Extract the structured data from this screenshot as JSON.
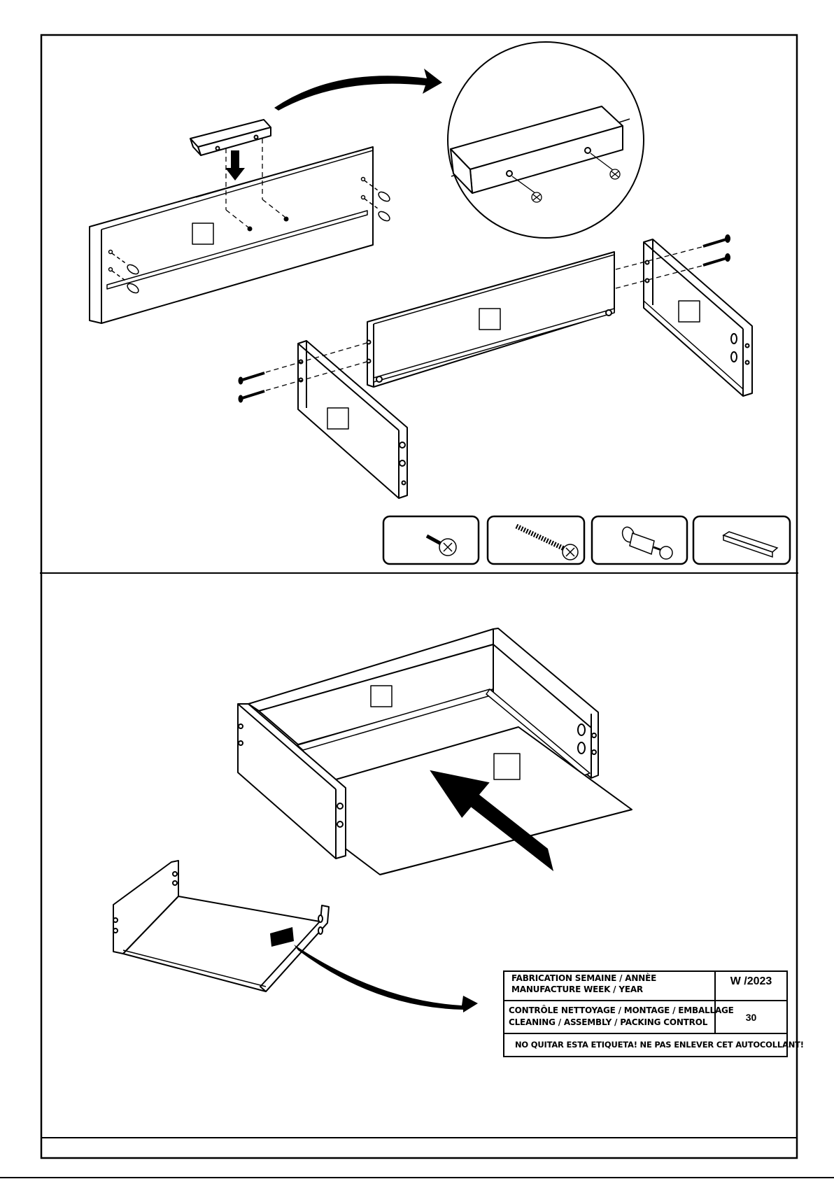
{
  "hardware_tiles": [
    {
      "name": "short-screw-icon"
    },
    {
      "name": "long-screw-icon"
    },
    {
      "name": "cam-dowel-icon"
    },
    {
      "name": "handle-bracket-icon"
    }
  ],
  "label": {
    "row1_line1": "FABRICATION SEMAINE / ANNÈE",
    "row1_line2": "MANUFACTURE WEEK / YEAR",
    "row1_value": "W /2023",
    "row2_line1": "CONTRÔLE NETTOYAGE / MONTAGE / EMBALLAGE",
    "row2_line2": "CLEANING / ASSEMBLY / PACKING CONTROL",
    "row2_value": "30",
    "row3": "NO QUITAR ESTA ETIQUETA! NE PAS ENLEVER CET AUTOCOLLANT!"
  }
}
